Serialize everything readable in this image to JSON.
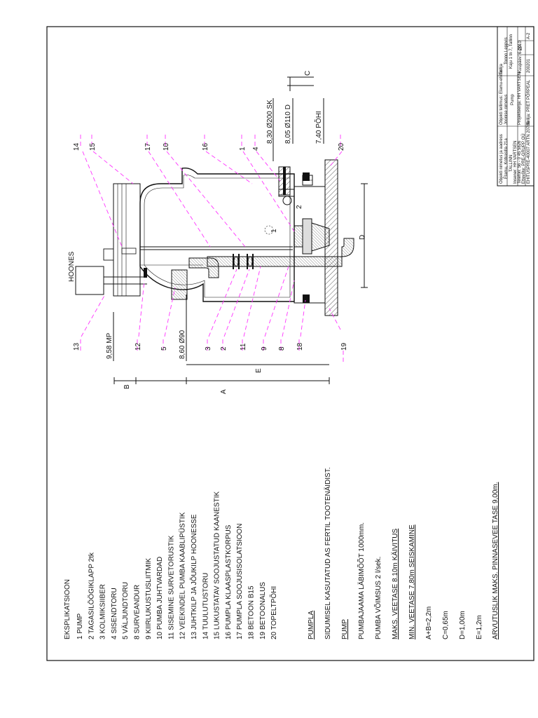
{
  "explication": {
    "title": "EKSPLIKATSIOON",
    "items": [
      "1 PUMP",
      "2 TAGASILÖÖGIKLAPP 2tk",
      "3 KOLMIKSIIBER",
      "4 SISENDTORU",
      "5 VÄLJUNDTORU",
      "8 SURVEANDUR",
      "9 KIIRLUKUSTUSLIITMIK",
      "10 PUMBA JUHTVARDAD",
      "11 SISEMINE SURVETORUSTIK",
      "12 VEEKINDEL PUMBA KAABLIPÜSTIK",
      "13 JUHTKILP JA JÕUKILP HOONESSE",
      "14 TUULUTUSTORU",
      "15 LUKUSTATAV SOOJUSTATUD KAANESTIK",
      "16 PUMPLA KLAASPLASTKORPUS",
      "17 PUMPLA SOOJUSISOLATSIOON",
      "18 BETOON B15",
      "19 BETOONALUS",
      "20 TOPELTPÕHI"
    ]
  },
  "notes": {
    "pumpla_heading": "PUMPLA",
    "pumpla_text": "SIDUMISEL KASUTATUD AS FERTIL TOOTENÄIDIST.",
    "pump_heading": "PUMP",
    "pump_lines": [
      "PUMBAJAAMA LÄBIMÕÕT 1000mm.",
      "PUMBA VÕIMSUS 2 l/sek."
    ],
    "max_level": "MAKS. VEETASE 8.10m KÄIVITUS",
    "min_level": "MIN. VEETASE 7,80m SEISKAMINE",
    "dims": [
      "A+B=2,2m",
      "C=0,65m",
      "D=1,00m",
      "E=1,2m"
    ],
    "warning": "ARVUTUSLIK MAKS. PINNASEVEE TASE 9,00m."
  },
  "drawing": {
    "building_label": "HOONES",
    "levels": {
      "top": "9,58 MP",
      "outlet": "8,60 Ø90",
      "inlet_sk": "8,30 Ø200 SK",
      "inlet_d": "8,05 Ø110 D",
      "bottom": "7,40 PÕHI"
    },
    "dim_letters": {
      "a": "A",
      "b": "B",
      "c": "C",
      "d": "D",
      "e": "E"
    },
    "callouts_left": [
      "13",
      "12",
      "5",
      "3",
      "2",
      "11",
      "9",
      "8",
      "18",
      "19"
    ],
    "callouts_right": [
      "14",
      "15",
      "17",
      "10",
      "16",
      "1",
      "4",
      "20"
    ],
    "inner_labels": {
      "pump_1": "1",
      "valve_2": "2"
    }
  },
  "titleblock": {
    "object_label": "Objekti nimetus ja aadress",
    "object_addr_1": "Elamu, Kotkasilla 21a",
    "object_addr_2": "TALLINN",
    "work_label": "Joonise nimetus",
    "work_name": "Pump",
    "client_label": "Objekti tellimus: Elamu-ehitus",
    "designer_1": "Insener: HH VARTSEN",
    "designer_2": "Projekteerija: HH VARTSEN",
    "phone": "Telefon: 56 - 0 45 5826",
    "company": "Ettevõte: PRE-GRUPP OÜ",
    "firm_reg": "EHITUSPRE-40007 ARTN 20786",
    "company_2": "Tellija: PRET PÕRPEAL",
    "customer_label": "Tellija",
    "customer_name": "Tonno Leppvis",
    "customer_addr": "Kaju 1 tn 7, Tallinn",
    "date": "Kuupäev: 6-2010",
    "stage": "EP",
    "number": "200201",
    "sheet": "A-2"
  }
}
